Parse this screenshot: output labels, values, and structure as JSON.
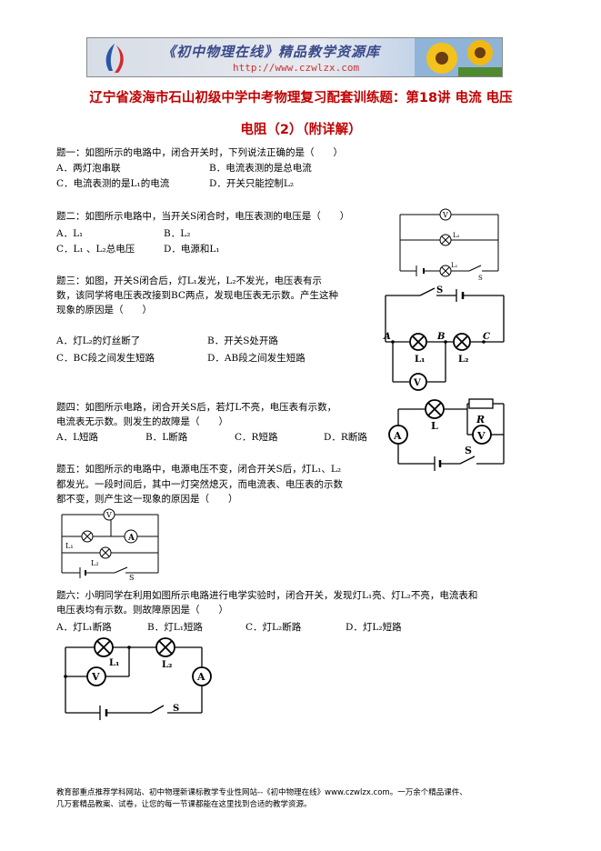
{
  "banner": {
    "title": "《初中物理在线》精品教学资源库",
    "url": "http://www.czwlzx.com"
  },
  "doc_title": {
    "line1": "辽宁省凌海市石山初级中学中考物理复习配套训练题：第18讲 电流 电压",
    "line2": "电阻（2）（附详解）"
  },
  "q1": {
    "stem": "题一：如图所示的电路中，闭合开关时，下列说法正确的是（　　）",
    "a": "A．两灯泡串联",
    "b": "B．电流表测的是总电流",
    "c": "C．电流表测的是L₁的电流",
    "d": "D．开关只能控制L₂"
  },
  "q2": {
    "stem": "题二：如图所示电路中，当开关S闭合时，电压表测的电压是（　　）",
    "a": "A．L₁",
    "b": "B．L₂",
    "c": "C．L₁ 、L₂总电压",
    "d": "D．电源和L₁"
  },
  "q3": {
    "l1": "题三：如图，开关S闭合后，灯L₁发光，L₂不发光，电压表有示",
    "l2": "数，该同学将电压表改接到BC两点，发现电压表无示数。产生这种",
    "l3": "现象的原因是（　　）",
    "a": "A．灯L₂的灯丝断了",
    "b": "B．开关S处开路",
    "c": "C．BC段之间发生短路",
    "d": "D．AB段之间发生短路"
  },
  "q4": {
    "l1": "题四：如图所示电路，闭合开关S后，若灯L不亮，电压表有示数，",
    "l2": "电流表无示数。则发生的故障是（　　）",
    "a": "A．L短路",
    "b": "B．L断路",
    "c": "C．R短路",
    "d": "D．R断路"
  },
  "q5": {
    "l1": "题五：如图所示的电路中，电源电压不变，闭合开关S后，灯L₁、L₂",
    "l2": "都发光。一段时间后，其中一灯突然熄灭，而电流表、电压表的示数",
    "l3": "都不变，则产生这一现象的原因是（　　）"
  },
  "q6": {
    "l1": "题六：小明同学在利用如图所示电路进行电学实验时，闭合开关，发现灯L₁亮、灯L₂不亮，电流表和",
    "l2": "电压表均有示数。则故障原因是（　　）",
    "a": "A．灯L₁断路",
    "b": "B．灯L₁短路",
    "c": "C．灯L₂断路",
    "d": "D．灯L₂短路"
  },
  "labels": {
    "V": "V",
    "A": "A",
    "S": "S",
    "L": "L",
    "R": "R",
    "L1": "L₁",
    "L2": "L₂",
    "pA": "A",
    "pB": "B",
    "pC": "C"
  },
  "footer": {
    "l1": "教育部重点推荐学科网站、初中物理新课标教学专业性网站--《初中物理在线》www.czwlzx.com。一万余个精品课件、",
    "l2": "几万套精品教案、试卷，让您的每一节课都能在这里找到合适的教学资源。"
  }
}
